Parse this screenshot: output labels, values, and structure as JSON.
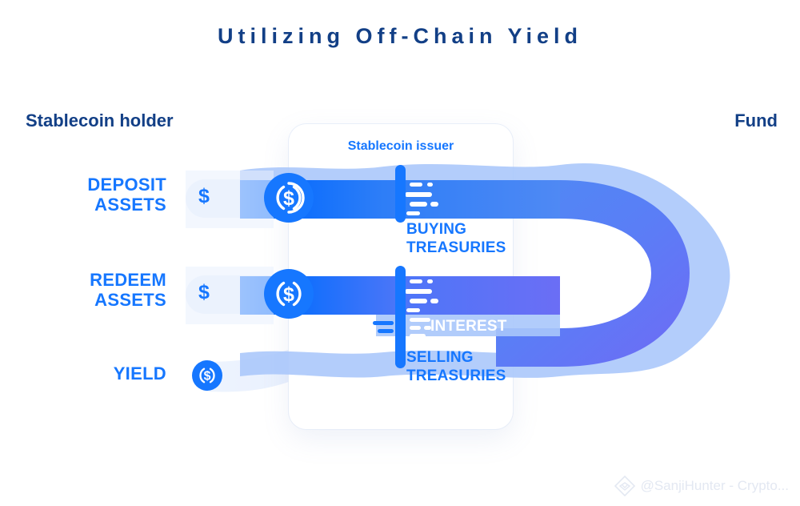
{
  "header": {
    "title": "Utilizing Off-Chain Yield"
  },
  "endpoints": {
    "left_label": "Stablecoin holder",
    "right_label": "Fund"
  },
  "issuer": {
    "title": "Stablecoin issuer"
  },
  "rows": [
    {
      "label": "DEPOSIT\nASSETS",
      "pill_symbol": "$",
      "coin_icon": "dollar-coin-icon"
    },
    {
      "label": "REDEEM\nASSETS",
      "pill_symbol": "$",
      "coin_icon": "dollar-coin-icon"
    },
    {
      "label": "YIELD",
      "coin_icon": "dollar-coin-icon"
    }
  ],
  "flows": {
    "buying": "BUYING\nTREASURIES",
    "interest": "INTEREST",
    "selling": "SELLING\nTREASURIES"
  },
  "colors": {
    "title_navy": "#123f86",
    "accent_blue": "#1677ff",
    "band_start": "#0d6efd",
    "band_top_end": "#4a87f5",
    "band_bottom_end": "#6b6ef5",
    "halo_blue": "#a6c4fb",
    "pill_bg": "#edf3fd",
    "page_bg": "#ffffff",
    "watermark_gray": "#e3e8f2"
  },
  "watermark": {
    "text": "@SanjiHunter - Crypto...",
    "logo_icon": "diamond-logo-icon"
  }
}
